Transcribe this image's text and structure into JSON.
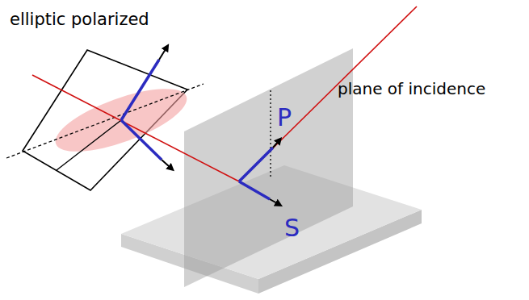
{
  "diagram": {
    "labels": [
      "elliptic polarized",
      "P",
      "S",
      "plane of incidence"
    ]
  }
}
